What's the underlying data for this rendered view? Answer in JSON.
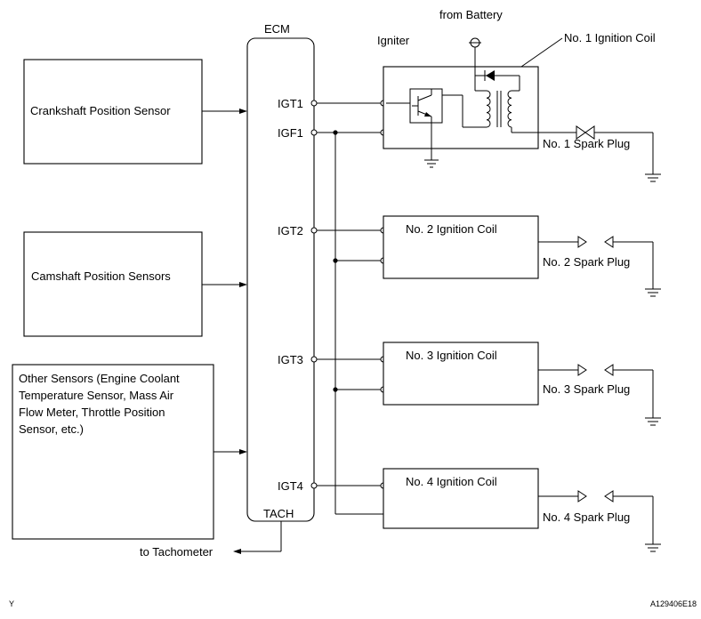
{
  "diagram": {
    "ecm_label": "ECM",
    "battery_label": "from Battery",
    "igniter_label": "Igniter",
    "coil1_label": "No. 1 Ignition Coil",
    "sensors": [
      {
        "lines": [
          "Crankshaft Position Sensor"
        ]
      },
      {
        "lines": [
          "Camshaft Position Sensors"
        ]
      },
      {
        "lines": [
          "Other Sensors (Engine Coolant",
          "Temperature Sensor, Mass Air",
          "Flow Meter, Throttle Position",
          "Sensor, etc.)"
        ]
      }
    ],
    "pins": [
      "IGT1",
      "IGF1",
      "IGT2",
      "IGT3",
      "IGT4",
      "TACH"
    ],
    "coils": [
      "No. 2 Ignition Coil",
      "No. 3 Ignition Coil",
      "No. 4 Ignition Coil"
    ],
    "plugs": [
      "No. 1 Spark Plug",
      "No. 2 Spark Plug",
      "No. 3 Spark Plug",
      "No. 4 Spark Plug"
    ],
    "tach_label": "to Tachometer",
    "corner_mark": "Y",
    "figure_code": "A129406E18"
  }
}
